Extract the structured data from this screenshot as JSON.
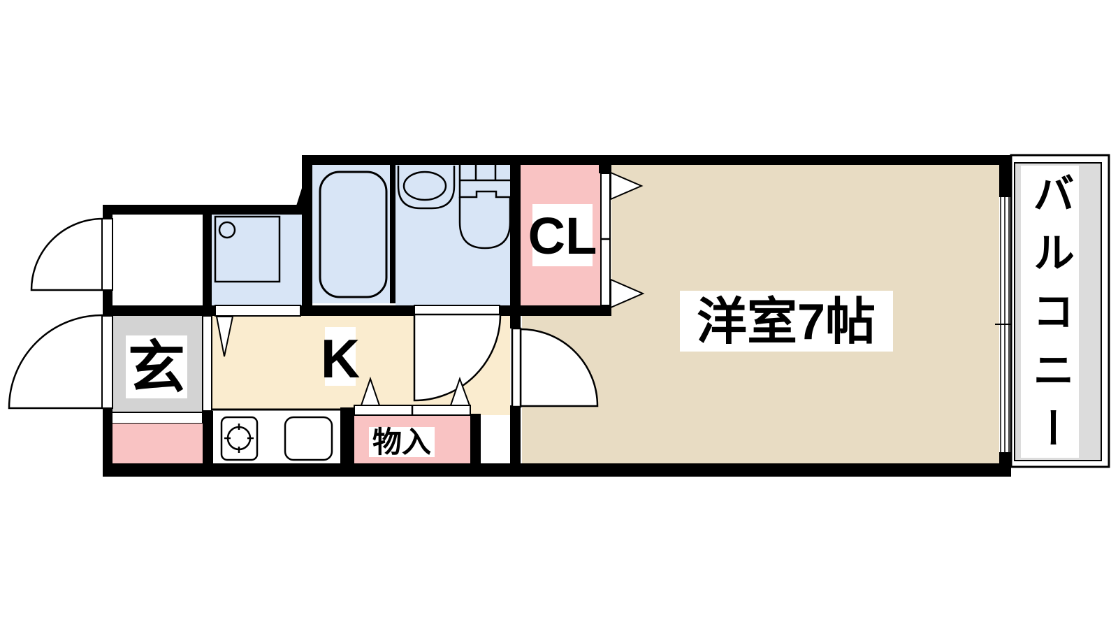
{
  "plan": {
    "type": "apartment-floor-plan",
    "rooms": {
      "western_room": {
        "label": "洋室7帖"
      },
      "kitchen": {
        "label": "K"
      },
      "entrance": {
        "label": "玄"
      },
      "closet": {
        "label": "CL"
      },
      "storage": {
        "label": "物入"
      },
      "balcony": {
        "label": "バルコニー"
      }
    },
    "colors": {
      "wall": "#000000",
      "water_area_blue": "#d8e5f6",
      "closet_pink": "#f9c3c3",
      "kitchen_cream": "#faeccf",
      "room_tan": "#e8dcc3",
      "entrance_gray": "#d3d3d3",
      "balcony_gray": "#dcdcdc",
      "background": "#ffffff"
    }
  }
}
